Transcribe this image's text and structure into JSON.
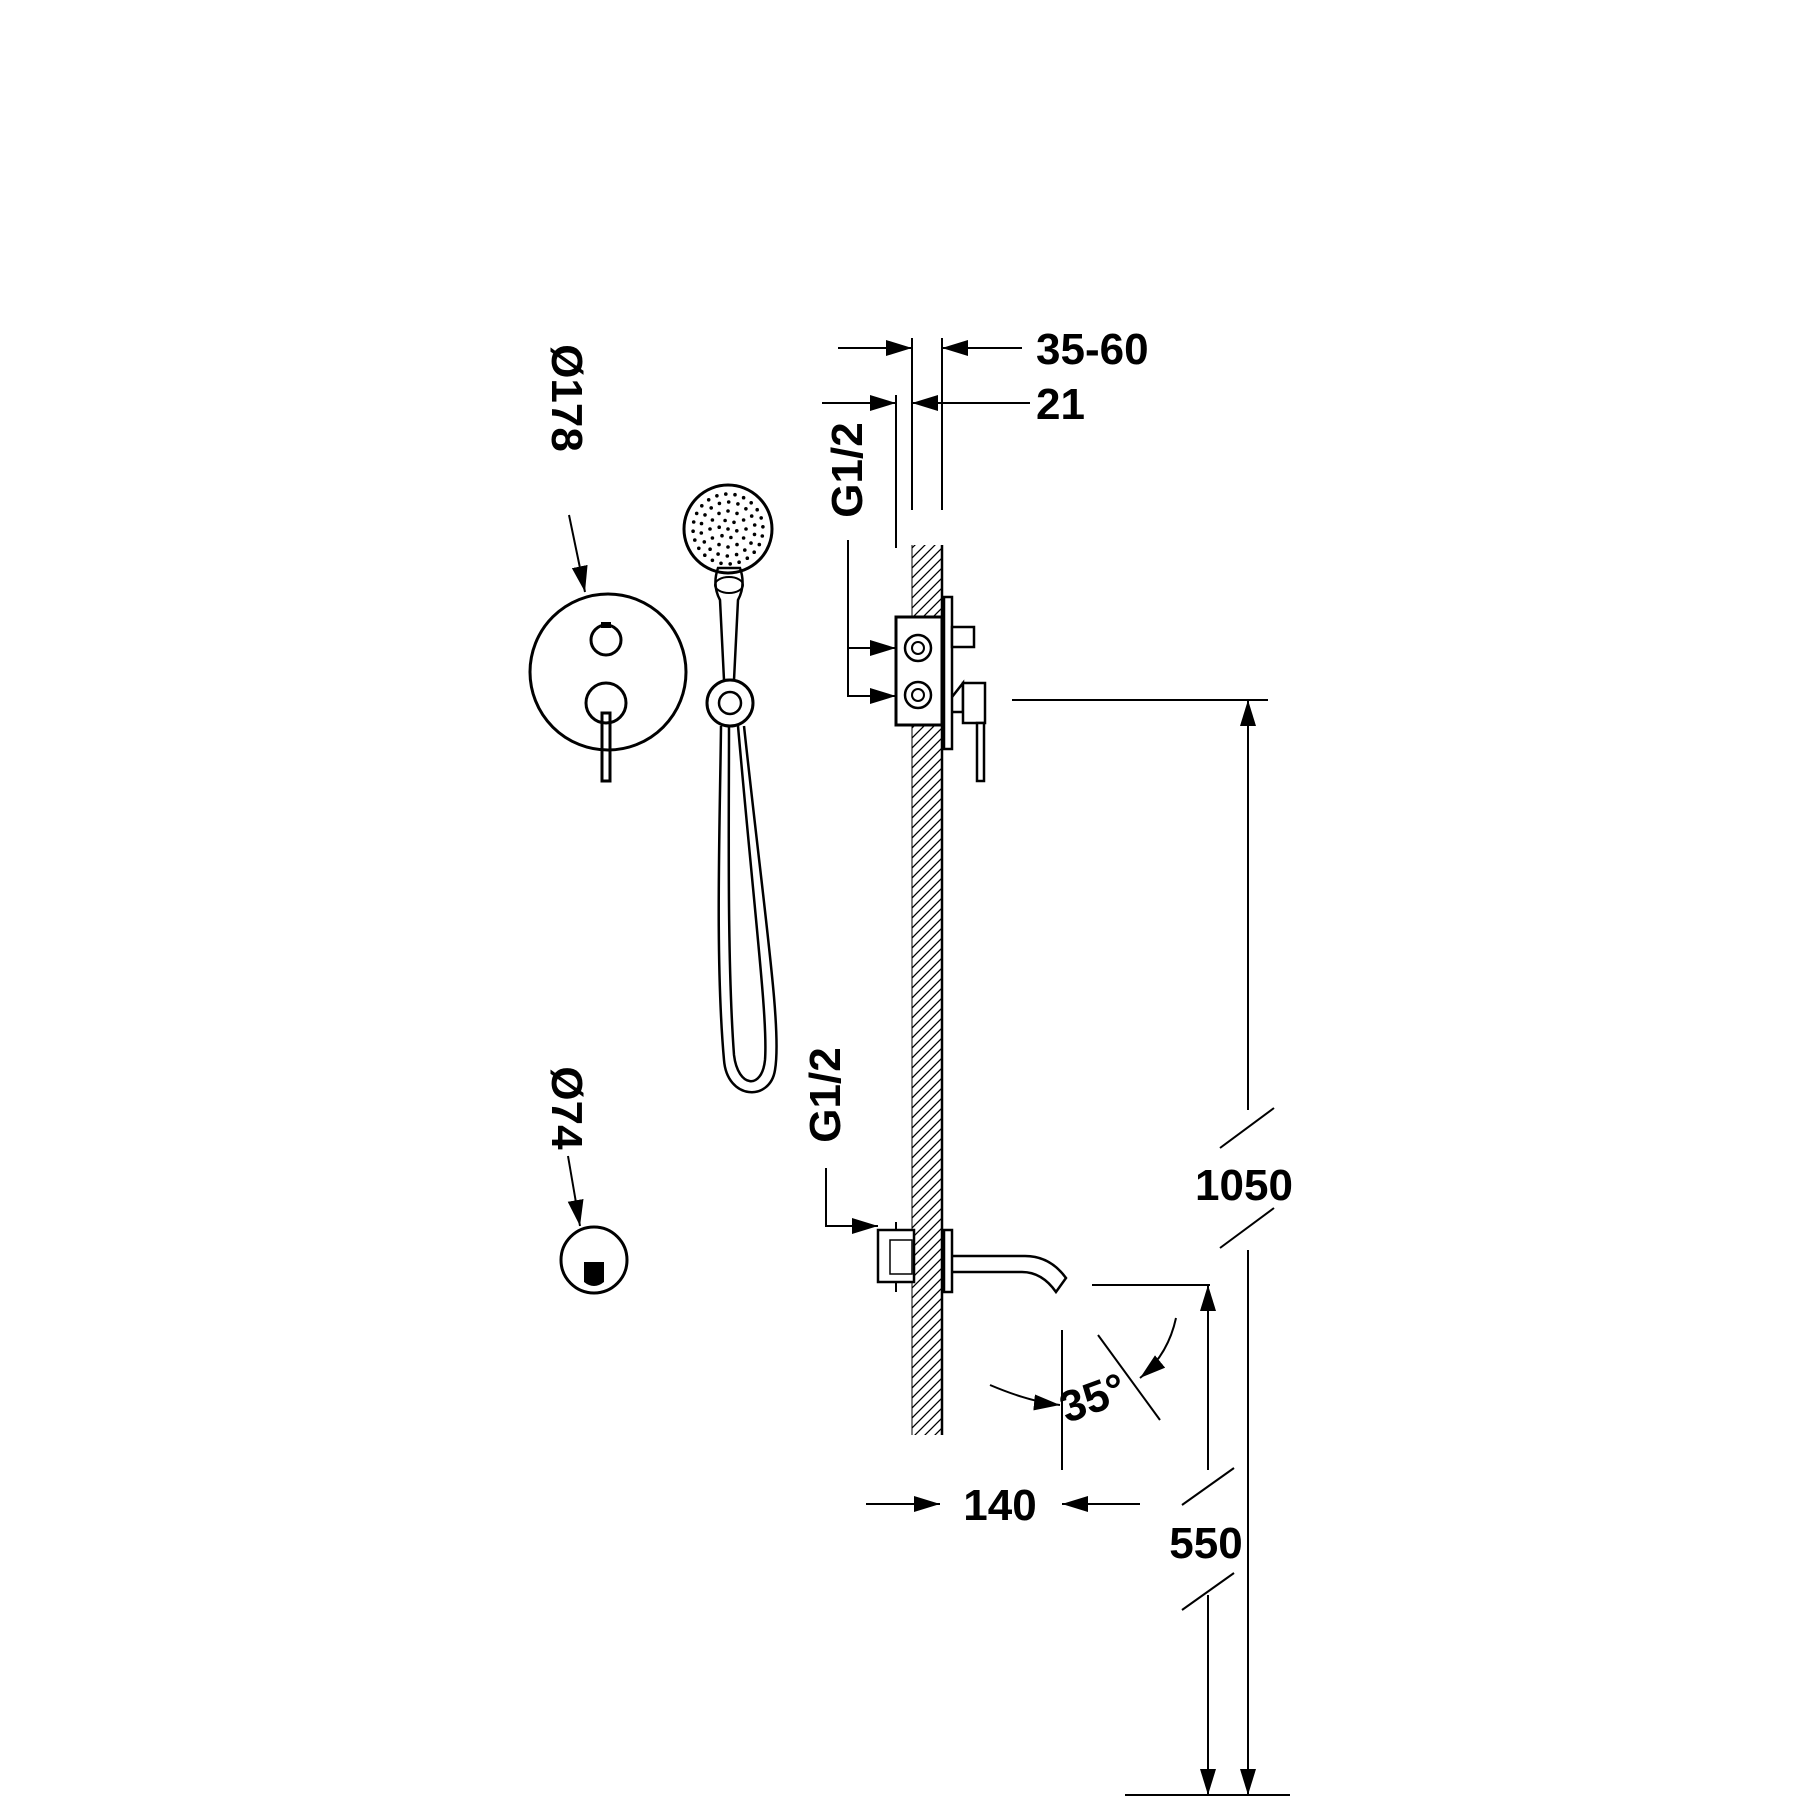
{
  "dimensions": {
    "depth_range": "35-60",
    "plate_depth": "21",
    "upper_connection": "G1/2",
    "lower_connection": "G1/2",
    "mixer_diameter": "Ø178",
    "spout_plate_diameter": "Ø74",
    "mixer_height": "1050",
    "spout_height": "550",
    "spout_projection": "140",
    "spout_angle": "35°"
  },
  "colors": {
    "ink": "#000000",
    "background": "#ffffff"
  }
}
